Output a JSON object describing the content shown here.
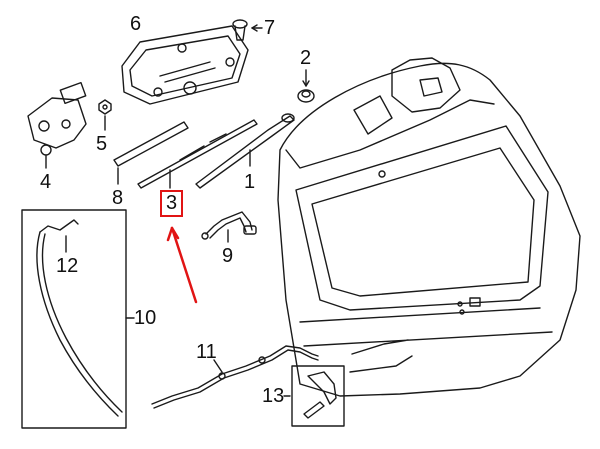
{
  "callouts": {
    "c1": "1",
    "c2": "2",
    "c3": "3",
    "c4": "4",
    "c5": "5",
    "c6": "6",
    "c7": "7",
    "c8": "8",
    "c9": "9",
    "c10": "10",
    "c11": "11",
    "c12": "12",
    "c13": "13"
  },
  "highlight": {
    "callout": "3",
    "color": "#e11414"
  },
  "colors": {
    "line": "#1a1a1a",
    "background": "#ffffff"
  }
}
